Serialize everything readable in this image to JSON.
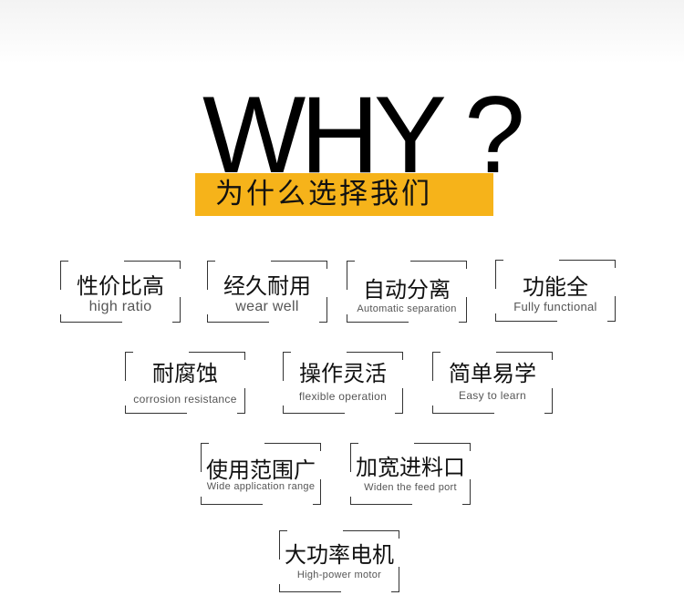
{
  "headline": {
    "why": "WHY ?",
    "banner": "为什么选择我们"
  },
  "accent_color": "#f6b31a",
  "features": [
    {
      "zh": "性价比高",
      "en": "high ratio"
    },
    {
      "zh": "经久耐用",
      "en": "wear well"
    },
    {
      "zh": "自动分离",
      "en": "Automatic separation"
    },
    {
      "zh": "功能全",
      "en": "Fully functional"
    },
    {
      "zh": "耐腐蚀",
      "en": "corrosion resistance"
    },
    {
      "zh": "操作灵活",
      "en": "flexible operation"
    },
    {
      "zh": "简单易学",
      "en": "Easy to learn"
    },
    {
      "zh": "使用范围广",
      "en": "Wide application range"
    },
    {
      "zh": "加宽进料口",
      "en": "Widen the feed port"
    },
    {
      "zh": "大功率电机",
      "en": "High-power motor"
    }
  ]
}
